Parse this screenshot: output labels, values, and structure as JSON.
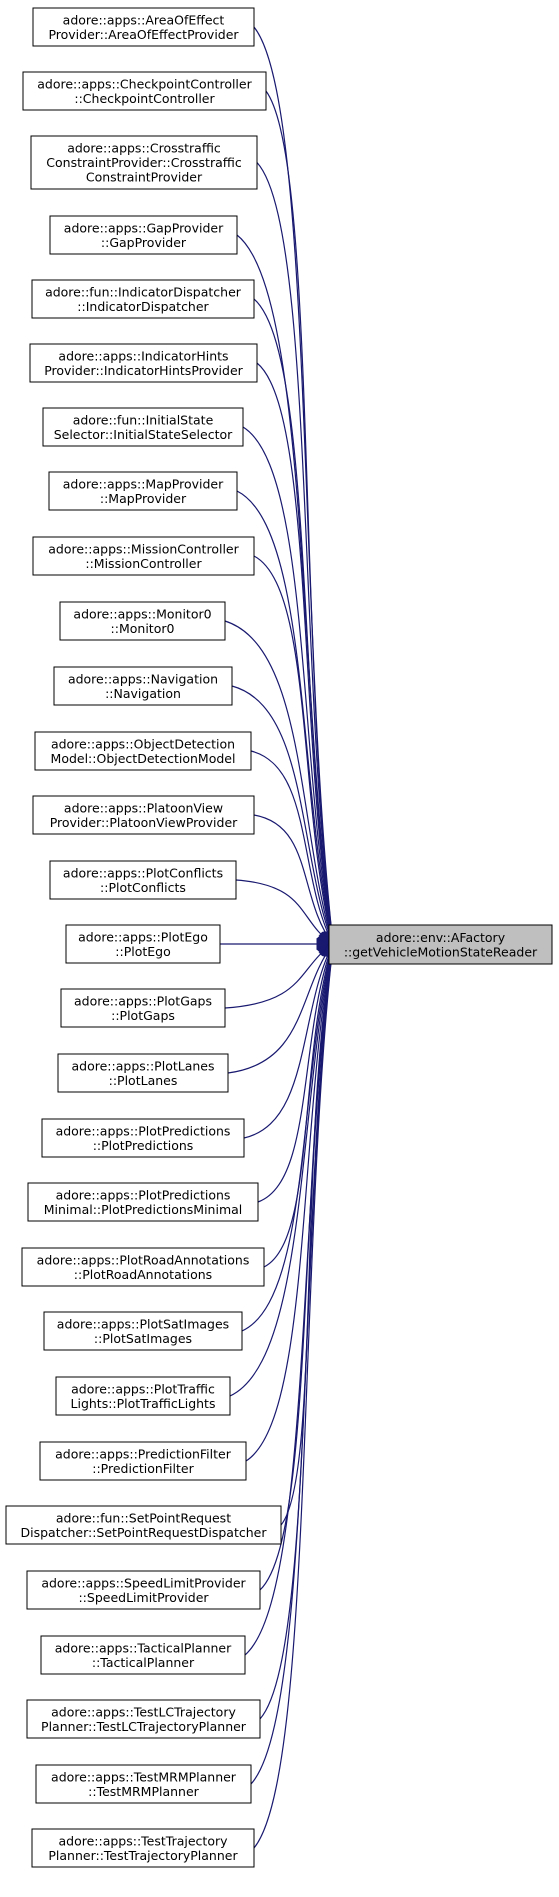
{
  "target": {
    "id": "target",
    "lines": [
      "adore::env::AFactory",
      "::getVehicleMotionStateReader"
    ]
  },
  "callers": [
    {
      "id": "areaofeffect",
      "lines": [
        "adore::apps::AreaOfEffect",
        "Provider::AreaOfEffectProvider"
      ]
    },
    {
      "id": "checkpoint",
      "lines": [
        "adore::apps::CheckpointController",
        "::CheckpointController"
      ]
    },
    {
      "id": "crosstraffic",
      "lines": [
        "adore::apps::Crosstraffic",
        "ConstraintProvider::Crosstraffic",
        "ConstraintProvider"
      ]
    },
    {
      "id": "gapprovider",
      "lines": [
        "adore::apps::GapProvider",
        "::GapProvider"
      ]
    },
    {
      "id": "indicatordispatcher",
      "lines": [
        "adore::fun::IndicatorDispatcher",
        "::IndicatorDispatcher"
      ]
    },
    {
      "id": "indicatorhints",
      "lines": [
        "adore::apps::IndicatorHints",
        "Provider::IndicatorHintsProvider"
      ]
    },
    {
      "id": "initialstate",
      "lines": [
        "adore::fun::InitialState",
        "Selector::InitialStateSelector"
      ]
    },
    {
      "id": "mapprovider",
      "lines": [
        "adore::apps::MapProvider",
        "::MapProvider"
      ]
    },
    {
      "id": "missioncontroller",
      "lines": [
        "adore::apps::MissionController",
        "::MissionController"
      ]
    },
    {
      "id": "monitor0",
      "lines": [
        "adore::apps::Monitor0",
        "::Monitor0"
      ]
    },
    {
      "id": "navigation",
      "lines": [
        "adore::apps::Navigation",
        "::Navigation"
      ]
    },
    {
      "id": "objectdetection",
      "lines": [
        "adore::apps::ObjectDetection",
        "Model::ObjectDetectionModel"
      ]
    },
    {
      "id": "platoonview",
      "lines": [
        "adore::apps::PlatoonView",
        "Provider::PlatoonViewProvider"
      ]
    },
    {
      "id": "plotconflicts",
      "lines": [
        "adore::apps::PlotConflicts",
        "::PlotConflicts"
      ]
    },
    {
      "id": "plotego",
      "lines": [
        "adore::apps::PlotEgo",
        "::PlotEgo"
      ]
    },
    {
      "id": "plotgaps",
      "lines": [
        "adore::apps::PlotGaps",
        "::PlotGaps"
      ]
    },
    {
      "id": "plotlanes",
      "lines": [
        "adore::apps::PlotLanes",
        "::PlotLanes"
      ]
    },
    {
      "id": "plotpredictions",
      "lines": [
        "adore::apps::PlotPredictions",
        "::PlotPredictions"
      ]
    },
    {
      "id": "plotpredictionsminimal",
      "lines": [
        "adore::apps::PlotPredictions",
        "Minimal::PlotPredictionsMinimal"
      ]
    },
    {
      "id": "plotroadannotations",
      "lines": [
        "adore::apps::PlotRoadAnnotations",
        "::PlotRoadAnnotations"
      ]
    },
    {
      "id": "plotsatimages",
      "lines": [
        "adore::apps::PlotSatImages",
        "::PlotSatImages"
      ]
    },
    {
      "id": "plottrafficlights",
      "lines": [
        "adore::apps::PlotTraffic",
        "Lights::PlotTrafficLights"
      ]
    },
    {
      "id": "predictionfilter",
      "lines": [
        "adore::apps::PredictionFilter",
        "::PredictionFilter"
      ]
    },
    {
      "id": "setpointrequest",
      "lines": [
        "adore::fun::SetPointRequest",
        "Dispatcher::SetPointRequestDispatcher"
      ]
    },
    {
      "id": "speedlimit",
      "lines": [
        "adore::apps::SpeedLimitProvider",
        "::SpeedLimitProvider"
      ]
    },
    {
      "id": "tacticalplanner",
      "lines": [
        "adore::apps::TacticalPlanner",
        "::TacticalPlanner"
      ]
    },
    {
      "id": "testlctrajectory",
      "lines": [
        "adore::apps::TestLCTrajectory",
        "Planner::TestLCTrajectoryPlanner"
      ]
    },
    {
      "id": "testmrmplanner",
      "lines": [
        "adore::apps::TestMRMPlanner",
        "::TestMRMPlanner"
      ]
    },
    {
      "id": "testtrajectory",
      "lines": [
        "adore::apps::TestTrajectory",
        "Planner::TestTrajectoryPlanner"
      ]
    }
  ]
}
